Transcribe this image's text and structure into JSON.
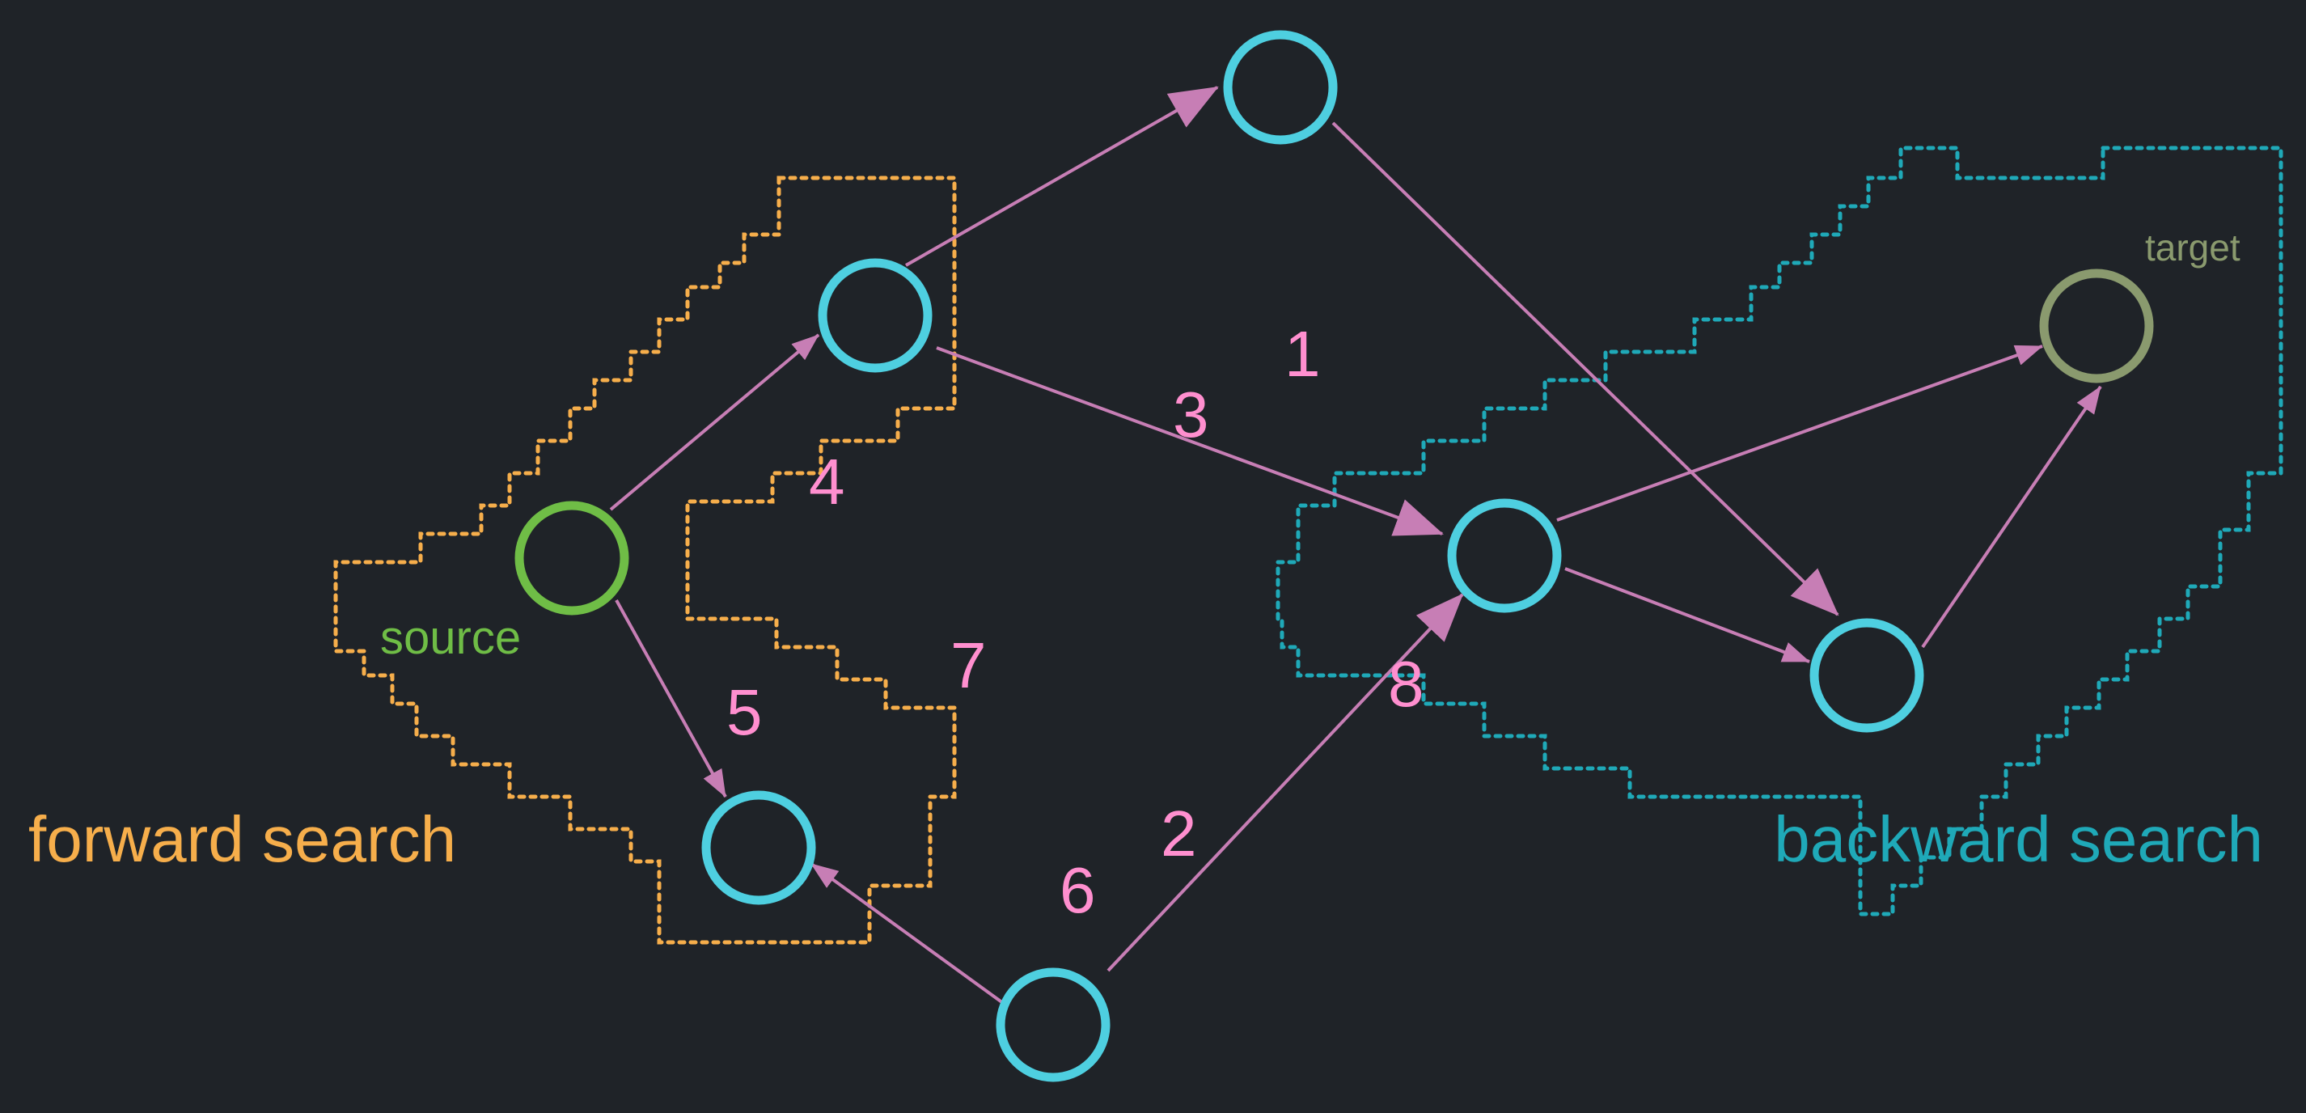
{
  "colors": {
    "background": "#1f2328",
    "node": "#4ecfe0",
    "source": "#6fbd46",
    "target": "#8a9a6e",
    "edge": "#c77eb5",
    "weight": "#ff8fcf",
    "forward": "#f6ae4b",
    "backward": "#1fa9b8"
  },
  "regions": {
    "forward_label": "forward search",
    "backward_label": "backward search"
  },
  "nodes": {
    "source_label": "source",
    "target_label": "target"
  },
  "weights": {
    "w1": "1",
    "w2": "2",
    "w3": "3",
    "w4": "4",
    "w5": "5",
    "w6": "6",
    "w7": "7",
    "w8": "8"
  }
}
